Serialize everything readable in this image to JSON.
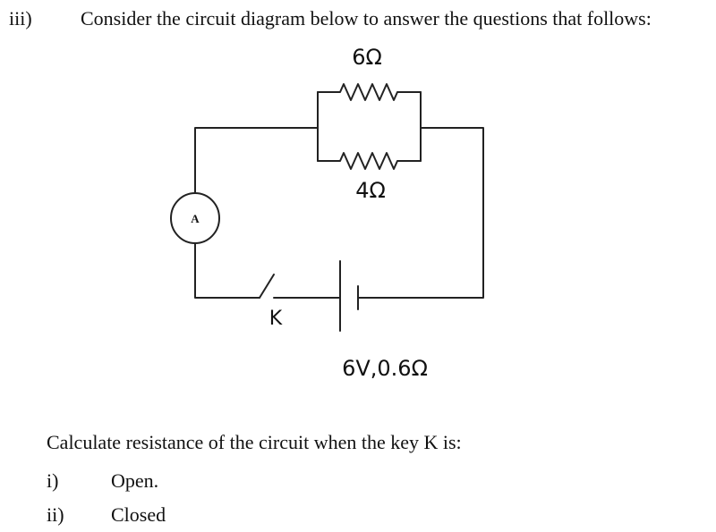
{
  "question": {
    "number": "iii)",
    "text": "Consider the circuit diagram below to answer the questions that follows:"
  },
  "circuit": {
    "resistor_top_label": "6Ω",
    "resistor_bottom_label": "4Ω",
    "ammeter_label": "A",
    "key_label": "K",
    "cell_label": "6V,0.6Ω"
  },
  "instruction": "Calculate resistance of the circuit when the key K is:",
  "parts": [
    {
      "number": "i)",
      "text": "Open."
    },
    {
      "number": "ii)",
      "text": "Closed"
    }
  ]
}
